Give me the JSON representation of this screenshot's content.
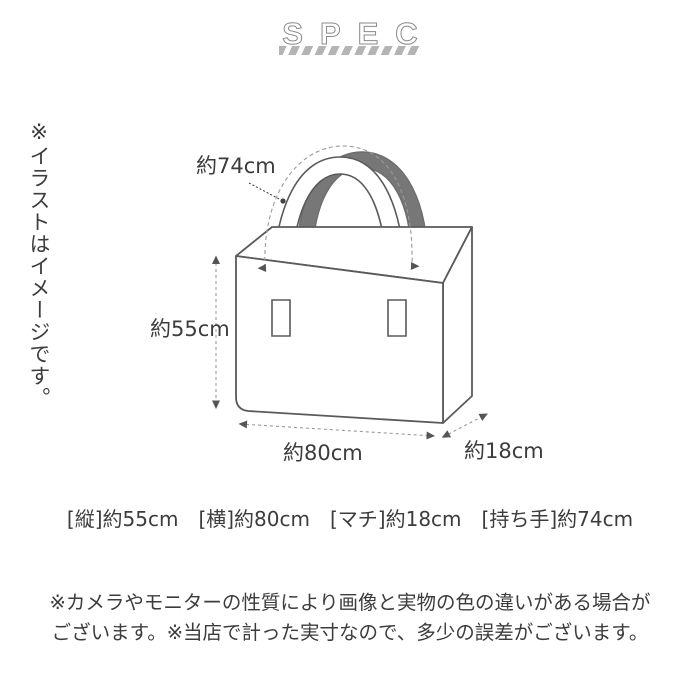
{
  "title": {
    "text": "SPEC",
    "decoration": "diagonal-stripe-bar",
    "stripe_color": "#b4b4b4",
    "outline_color": "#8a8a8a"
  },
  "vertical_note": "※イラストはイメージです。",
  "illustration": {
    "alt": "tote-bag-line-drawing",
    "line_color": "#5a5a5a",
    "handle_fill": "#777777",
    "dimension_line_color": "#9a9a9a",
    "labels": {
      "handle": "約74cm",
      "height": "約55cm",
      "width": "約80cm",
      "depth": "約18cm"
    }
  },
  "spec_summary": "[縦]約55cm　[横]約80cm　[マチ]約18cm　[持ち手]約74cm",
  "spec_items": [
    {
      "name": "[縦]",
      "value": "約55cm"
    },
    {
      "name": "[横]",
      "value": "約80cm"
    },
    {
      "name": "[マチ]",
      "value": "約18cm"
    },
    {
      "name": "[持ち手]",
      "value": "約74cm"
    }
  ],
  "disclaimer": {
    "line1": "※カメラやモニターの性質により画像と実物の色の違いがある場合が",
    "line2": "ございます。※当店で計った実寸なので、多少の誤差がございます。"
  }
}
